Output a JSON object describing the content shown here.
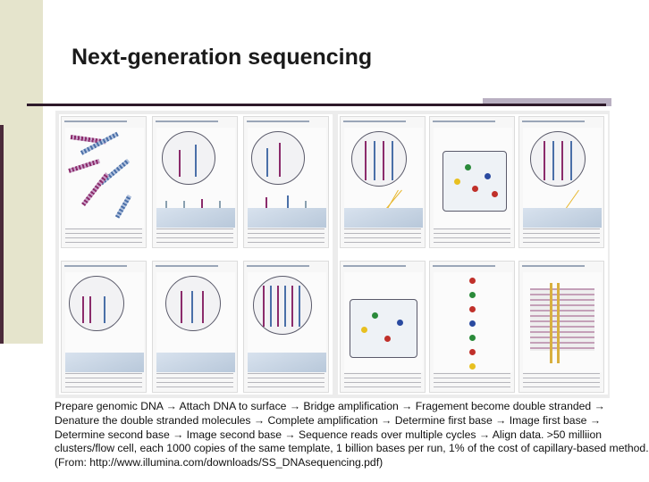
{
  "slide": {
    "title": "Next-generation sequencing",
    "figure_description_icon": "illumina-sequencing-workflow-figure",
    "body_lines": [
      "Prepare genomic DNA → Attach DNA to surface → Bridge amplification → Fragement become double stranded →",
      "Denature the double stranded  molecules → Complete amplification → Determine first base → Image first base →",
      "Determine second base → Image second base → Sequence reads over multiple cycles → Align data.  >50 milliion",
      "clusters/flow cell, each 1000 copies of the same template, 1 billion bases per run, 1% of the cost of capillary-based method.",
      "(From: http://www.illumina.com/downloads/SS_DNAsequencing.pdf)"
    ]
  },
  "colors": {
    "side_bar": "#e5e4cc",
    "rule": "#2e1a2a",
    "rule_accent": "#b9b0c2",
    "strand_magenta": "#8b2b6b",
    "strand_blue": "#4a6fa8"
  }
}
